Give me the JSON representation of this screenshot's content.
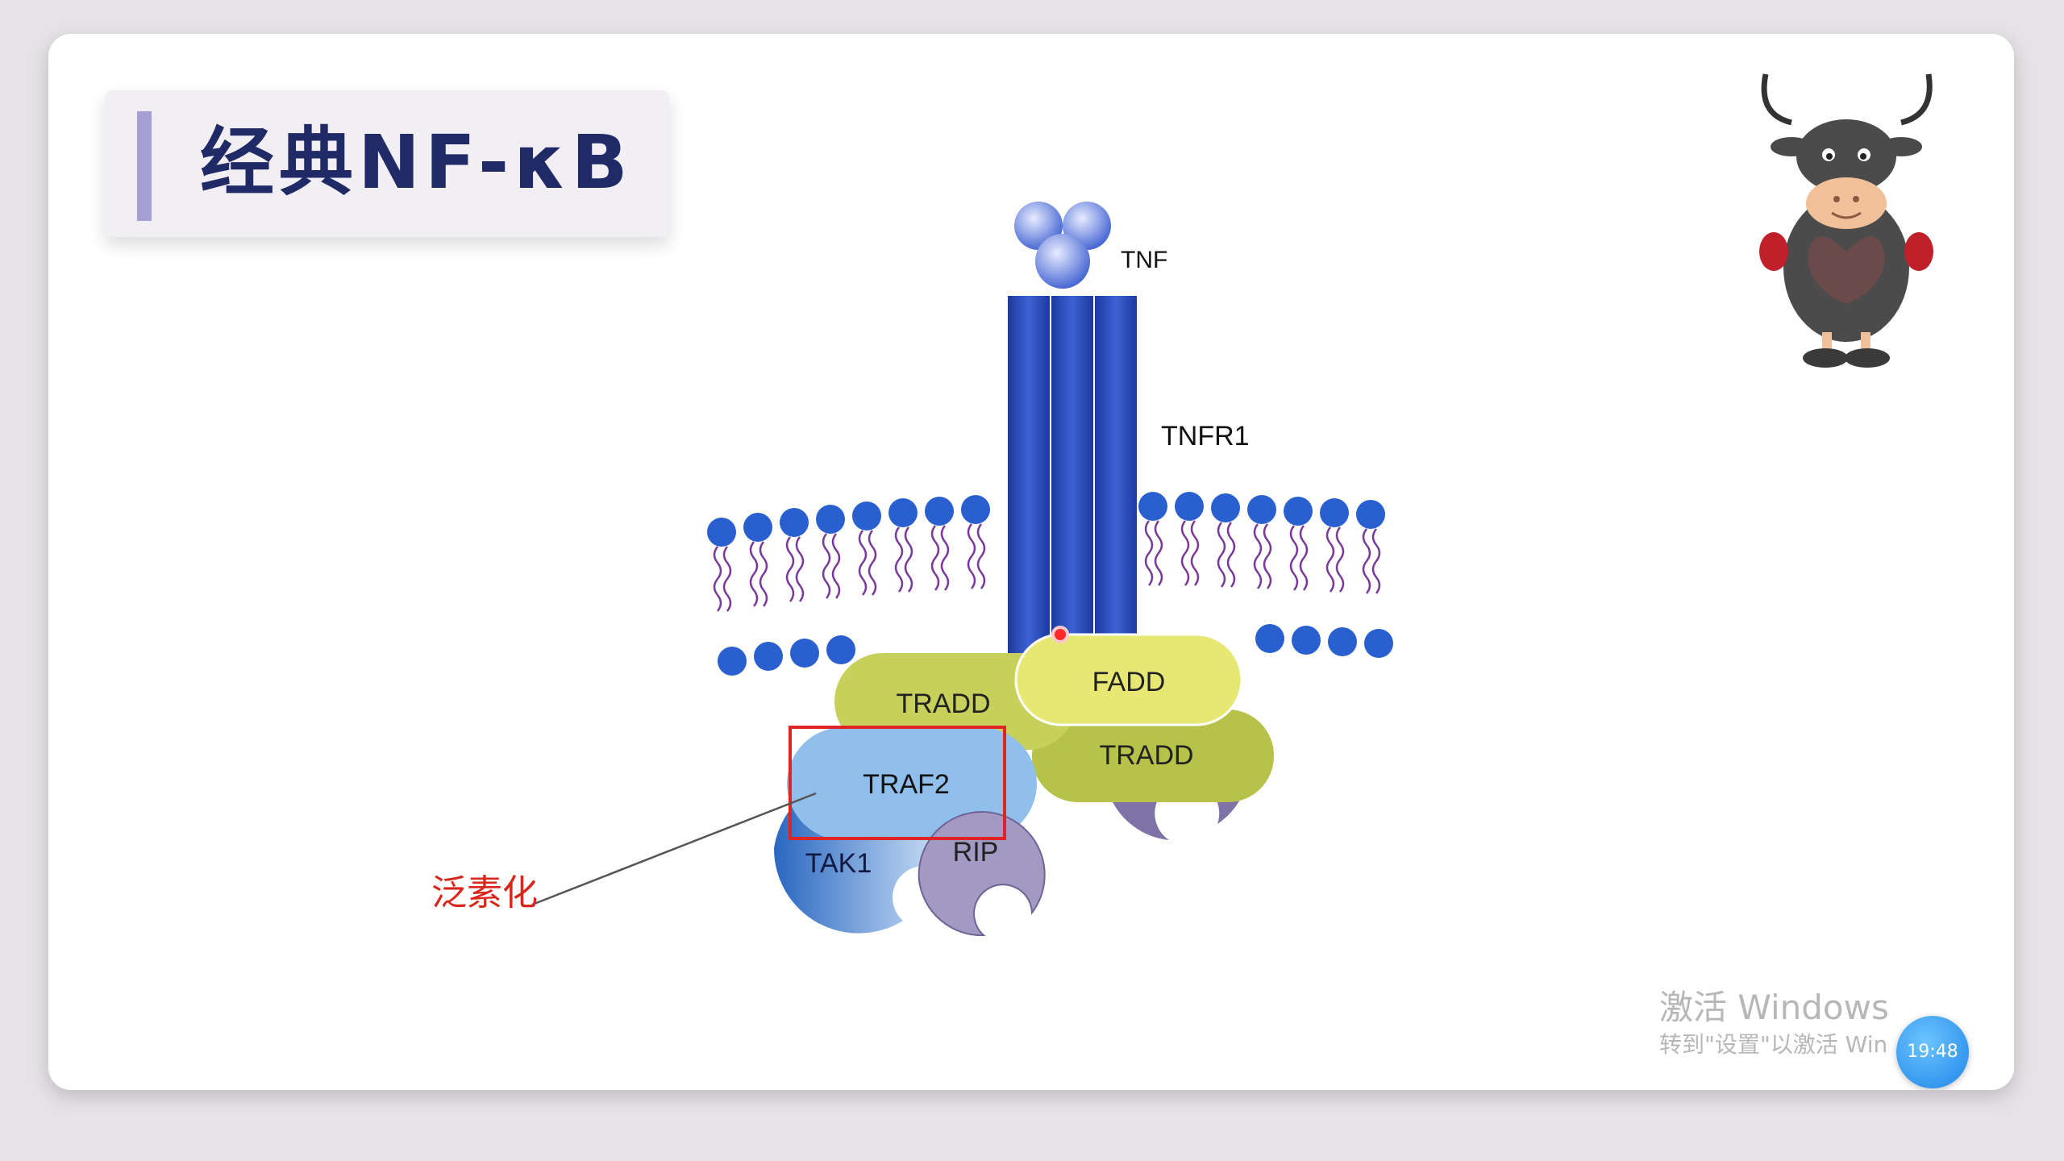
{
  "slide": {
    "title": "经典NF-κB"
  },
  "diagram": {
    "labels": {
      "tnf": "TNF",
      "tnfr1": "TNFR1",
      "tradd_left": "TRADD",
      "fadd": "FADD",
      "tradd_right": "TRADD",
      "traf2": "TRAF2",
      "tak1": "TAK1",
      "rip": "RIP",
      "annotation": "泛素化"
    },
    "colors": {
      "receptor": "#2b47b0",
      "lipid_head": "#2a5fd0",
      "lipid_tail": "#7a3a9a",
      "tradd": "#c8d05c",
      "fadd": "#e7e874",
      "traf2": "#8fbfea",
      "rip": "#a39ac4",
      "tak1": "#3a7fcf",
      "annotation": "#d9261c",
      "highlight_box": "#e02424"
    }
  },
  "watermark": {
    "line1": "激活 Windows",
    "line2": "转到\"设置\"以激活 Win"
  },
  "clock": {
    "time": "19:48"
  }
}
